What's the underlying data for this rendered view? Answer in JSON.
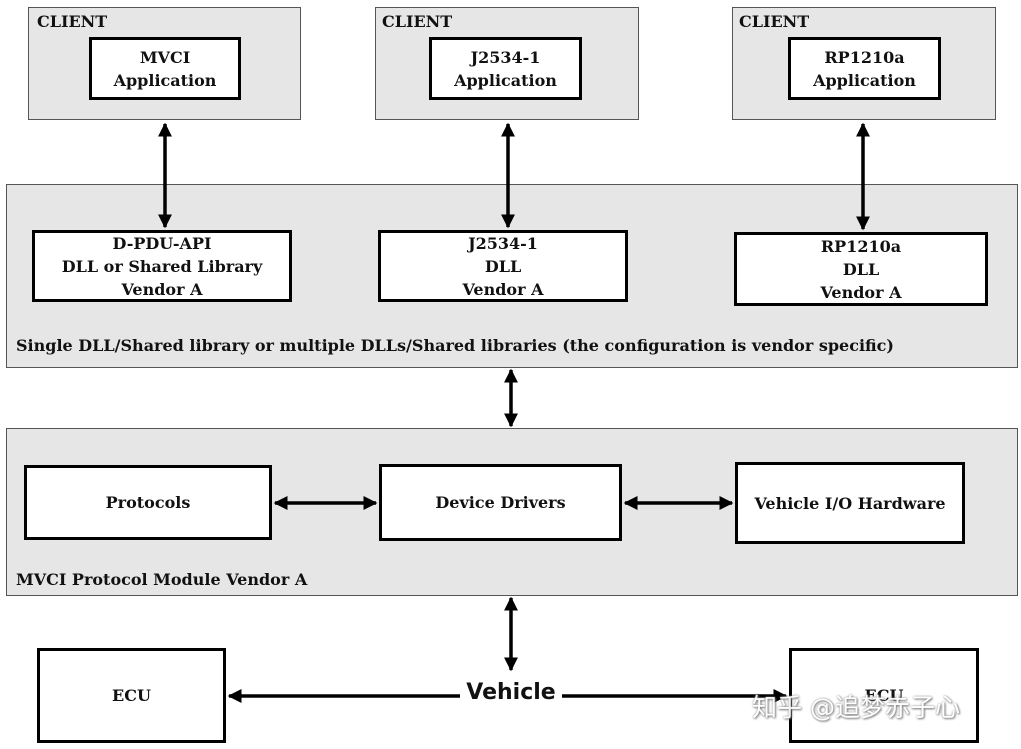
{
  "clients": [
    {
      "label": "CLIENT",
      "app_lines": [
        "MVCI",
        "Application"
      ]
    },
    {
      "label": "CLIENT",
      "app_lines": [
        "J2534-1",
        "Application"
      ]
    },
    {
      "label": "CLIENT",
      "app_lines": [
        "RP1210a",
        "Application"
      ]
    }
  ],
  "dll_layer": {
    "caption": "Single DLL/Shared library or multiple DLLs/Shared libraries (the configuration is vendor specific)",
    "boxes": [
      {
        "lines": [
          "D-PDU-API",
          "DLL or Shared Library",
          "Vendor A"
        ]
      },
      {
        "lines": [
          "J2534-1",
          "DLL",
          "Vendor A"
        ]
      },
      {
        "lines": [
          "RP1210a",
          "DLL",
          "Vendor A"
        ]
      }
    ]
  },
  "module_layer": {
    "caption": "MVCI Protocol Module Vendor A",
    "boxes": [
      {
        "label": "Protocols"
      },
      {
        "label": "Device Drivers"
      },
      {
        "label": "Vehicle I/O Hardware"
      }
    ]
  },
  "vehicle_layer": {
    "ecu_left": "ECU",
    "ecu_right": "ECU",
    "vehicle_label": "Vehicle"
  },
  "watermark": "知乎 @追梦赤子心"
}
